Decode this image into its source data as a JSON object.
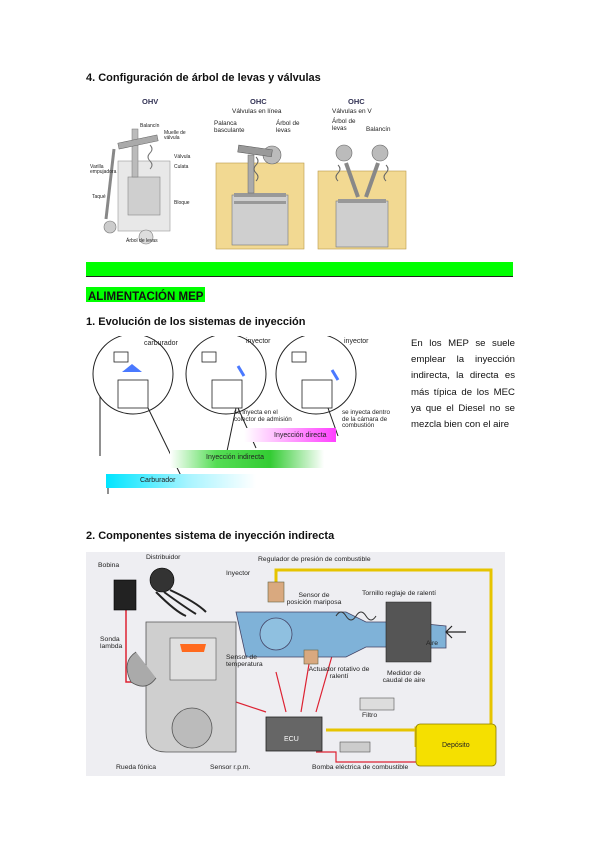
{
  "section4": {
    "title": "4. Configuración de árbol de levas y válvulas",
    "panels": [
      {
        "title": "OHV",
        "subtitle": "",
        "labels": [
          "Balancín",
          "Muelle de válvula",
          "Varilla empujadora",
          "Válvula",
          "Culata",
          "Taqué",
          "Bloque",
          "Árbol de levas"
        ]
      },
      {
        "title": "OHC",
        "subtitle": "Válvulas en línea",
        "labels": [
          "Palanca basculante",
          "Árbol de levas"
        ]
      },
      {
        "title": "OHC",
        "subtitle": "Válvulas en V",
        "labels": [
          "Árbol de levas",
          "Balancín"
        ]
      }
    ]
  },
  "banner": {
    "title": "ALIMENTACIÓN MEP",
    "color": "#00ff00"
  },
  "section1": {
    "title": "1. Evolución de los sistemas de inyección",
    "labels": {
      "carburador": "carburador",
      "inyector1": "inyector",
      "inyector2": "inyector",
      "colector": "se inyecta en el colector de admisión",
      "camara": "se inyecta dentro de la cámara de combustión"
    },
    "bars": {
      "directa": "Inyección directa",
      "indirecta": "Inyección indirecta",
      "carburador": "Carburador"
    },
    "paragraph": "En los MEP se suele emplear la inyección indirecta, la directa es más típica de los MEC ya que el Diesel no se mezcla bien con el aire"
  },
  "section2": {
    "title": "2. Componentes sistema de inyección indirecta",
    "labels": {
      "distribuidor": "Distribuidor",
      "bobina": "Bobina",
      "inyector": "Inyector",
      "regulador": "Regulador de presión de combustible",
      "sensor_posicion": "Sensor de posición mariposa",
      "tornillo": "Tornillo reglaje de ralentí",
      "aire": "Aire",
      "sonda": "Sonda lambda",
      "sensor_temp": "Sensor de temperatura",
      "actuador": "Actuador rotativo de ralentí",
      "medidor": "Medidor de caudal de aire",
      "filtro": "Filtro",
      "ecu": "ECU",
      "deposito": "Depósito",
      "rueda": "Rueda fónica",
      "sensor_rpm": "Sensor r.p.m.",
      "bomba": "Bomba eléctrica de combustible"
    }
  }
}
